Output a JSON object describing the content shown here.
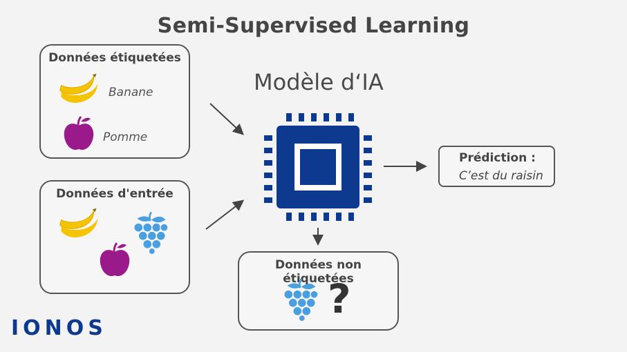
{
  "title": "Semi-Supervised Learning",
  "labeled": {
    "title": "Données étiquetées",
    "items": [
      {
        "label": "Banane",
        "icon": "banana-icon"
      },
      {
        "label": "Pomme",
        "icon": "apple-icon"
      }
    ]
  },
  "input": {
    "title": "Données d'entrée",
    "icons": [
      "banana-icon",
      "apple-icon",
      "grapes-icon"
    ]
  },
  "model": {
    "title": "Modèle d‘IA",
    "icon": "chip-icon"
  },
  "unlabeled": {
    "title": "Données non étiquetées",
    "question": "?"
  },
  "prediction": {
    "title": "Prédiction :",
    "value": "C’est du raisin"
  },
  "logo": "IONOS",
  "colors": {
    "chip": "#0d3a8e",
    "banana": "#f5c400",
    "apple": "#9a1a8c",
    "grapes": "#4a9fe0",
    "box_border": "#555555"
  }
}
